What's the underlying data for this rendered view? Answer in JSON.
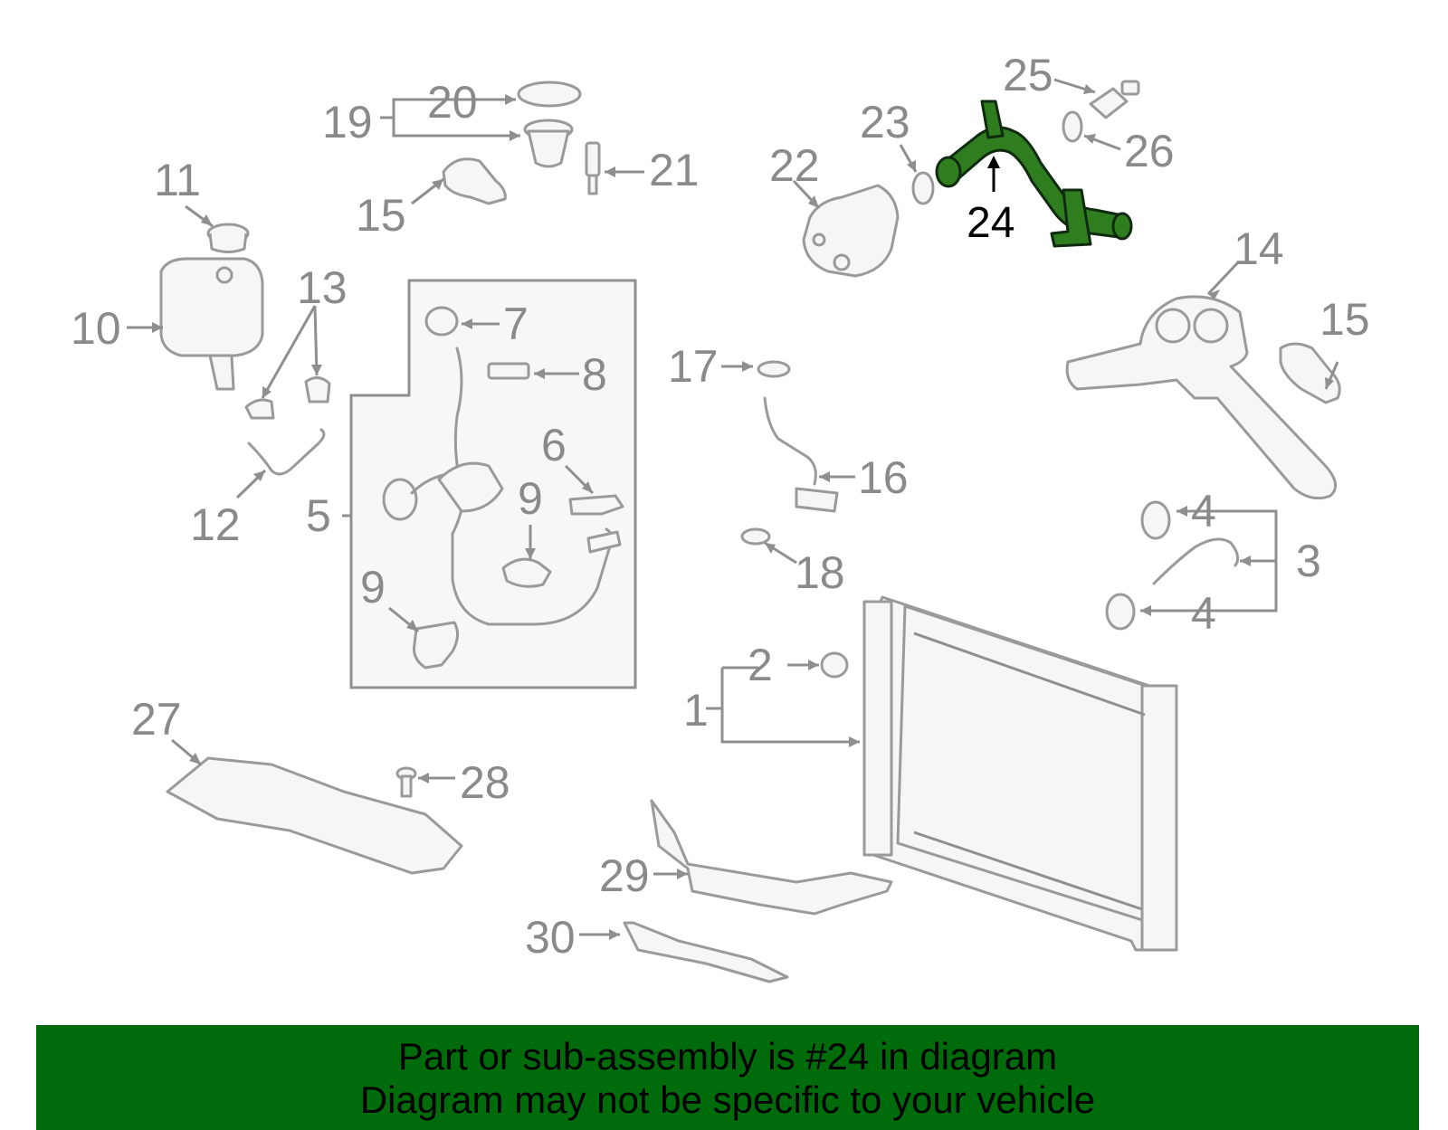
{
  "callouts": [
    {
      "id": "1",
      "label": "1"
    },
    {
      "id": "2",
      "label": "2"
    },
    {
      "id": "3",
      "label": "3"
    },
    {
      "id": "4a",
      "label": "4"
    },
    {
      "id": "4b",
      "label": "4"
    },
    {
      "id": "5",
      "label": "5"
    },
    {
      "id": "6",
      "label": "6"
    },
    {
      "id": "7",
      "label": "7"
    },
    {
      "id": "8",
      "label": "8"
    },
    {
      "id": "9a",
      "label": "9"
    },
    {
      "id": "9b",
      "label": "9"
    },
    {
      "id": "10",
      "label": "10"
    },
    {
      "id": "11",
      "label": "11"
    },
    {
      "id": "12",
      "label": "12"
    },
    {
      "id": "13",
      "label": "13"
    },
    {
      "id": "14",
      "label": "14"
    },
    {
      "id": "15a",
      "label": "15"
    },
    {
      "id": "15b",
      "label": "15"
    },
    {
      "id": "16",
      "label": "16"
    },
    {
      "id": "17",
      "label": "17"
    },
    {
      "id": "18",
      "label": "18"
    },
    {
      "id": "19",
      "label": "19"
    },
    {
      "id": "20",
      "label": "20"
    },
    {
      "id": "21",
      "label": "21"
    },
    {
      "id": "22",
      "label": "22"
    },
    {
      "id": "23",
      "label": "23"
    },
    {
      "id": "24",
      "label": "24"
    },
    {
      "id": "25",
      "label": "25"
    },
    {
      "id": "26",
      "label": "26"
    },
    {
      "id": "27",
      "label": "27"
    },
    {
      "id": "28",
      "label": "28"
    },
    {
      "id": "29",
      "label": "29"
    },
    {
      "id": "30",
      "label": "30"
    }
  ],
  "highlighted_part": "24",
  "colors": {
    "highlight_part": "#2e7d1f",
    "footer_band": "#006b0b",
    "callout_text": "#8a8a8a",
    "highlight_callout": "#000000"
  },
  "footer": {
    "line1": "Part or sub-assembly is #24 in diagram",
    "line2": "Diagram may not be specific to your vehicle"
  }
}
